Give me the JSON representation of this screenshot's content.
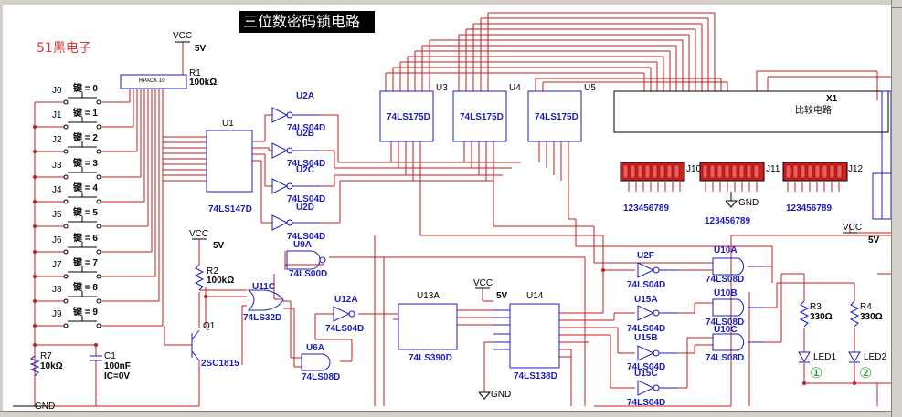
{
  "canvas": {
    "title": "三位数密码锁电路",
    "brand": "51黑电子"
  },
  "colors": {
    "wire": "#c21e1e",
    "component": "#1c1cbd",
    "label": "#1c1cbd",
    "background": "#ffffff",
    "title_bg": "#000000",
    "switch": "#d42020",
    "led_glyph": "#2a9a2a"
  },
  "power": {
    "vcc_label": "VCC",
    "voltage_label": "5V",
    "gnd_label": "GND"
  },
  "keys": [
    {
      "ref": "J0",
      "label": "键 = 0"
    },
    {
      "ref": "J1",
      "label": "键 = 1"
    },
    {
      "ref": "J2",
      "label": "键 = 2"
    },
    {
      "ref": "J3",
      "label": "键 = 3"
    },
    {
      "ref": "J4",
      "label": "键 = 4"
    },
    {
      "ref": "J5",
      "label": "键 = 5"
    },
    {
      "ref": "J6",
      "label": "键 = 6"
    },
    {
      "ref": "J7",
      "label": "键 = 7"
    },
    {
      "ref": "J8",
      "label": "键 = 8"
    },
    {
      "ref": "J9",
      "label": "键 = 9"
    }
  ],
  "components": {
    "r1": {
      "ref": "R1",
      "value": "100kΩ",
      "package": "RPACK 10"
    },
    "u1": {
      "ref": "U1",
      "part": "74LS147D"
    },
    "u2a": {
      "ref": "U2A",
      "part": "74LS04D"
    },
    "u2b": {
      "ref": "U2B",
      "part": "74LS04D"
    },
    "u2c": {
      "ref": "U2C",
      "part": "74LS04D"
    },
    "u2d": {
      "ref": "U2D",
      "part": "74LS04D"
    },
    "u3": {
      "ref": "U3",
      "part": "74LS175D"
    },
    "u4": {
      "ref": "U4",
      "part": "74LS175D"
    },
    "u5": {
      "ref": "U5",
      "part": "74LS175D"
    },
    "x1": {
      "ref": "X1",
      "name": "比较电路"
    },
    "j10": {
      "ref": "J10",
      "digits": "123456789"
    },
    "j11": {
      "ref": "J11",
      "digits": "123456789"
    },
    "j12": {
      "ref": "J12",
      "digits": "123456789"
    },
    "u9a": {
      "ref": "U9A",
      "part": "74LS00D"
    },
    "r2": {
      "ref": "R2",
      "value": "100kΩ"
    },
    "u11c": {
      "ref": "U11C",
      "part": "74LS32D"
    },
    "u12a": {
      "ref": "U12A",
      "part": "74LS04D"
    },
    "u13a": {
      "ref": "U13A",
      "part": "74LS390D"
    },
    "u14": {
      "ref": "U14",
      "part": "74LS138D"
    },
    "u6a": {
      "ref": "U6A",
      "part": "74LS08D"
    },
    "q1": {
      "ref": "Q1",
      "part": "2SC1815"
    },
    "r7": {
      "ref": "R7",
      "value": "10kΩ"
    },
    "c1": {
      "ref": "C1",
      "value": "100nF",
      "ic": "IC=0V"
    },
    "u2f": {
      "ref": "U2F",
      "part": "74LS04D"
    },
    "u15a": {
      "ref": "U15A",
      "part": "74LS04D"
    },
    "u15b": {
      "ref": "U15B",
      "part": "74LS04D"
    },
    "u15c": {
      "ref": "U15C",
      "part": "74LS04D"
    },
    "u10a": {
      "ref": "U10A",
      "part": "74LS08D"
    },
    "u10b": {
      "ref": "U10B",
      "part": "74LS08D"
    },
    "u10c": {
      "ref": "U10C",
      "part": "74LS08D"
    },
    "r3": {
      "ref": "R3",
      "value": "330Ω"
    },
    "r4": {
      "ref": "R4",
      "value": "330Ω"
    },
    "led1": {
      "ref": "LED1",
      "marker": "①"
    },
    "led2": {
      "ref": "LED2",
      "marker": "②"
    }
  }
}
